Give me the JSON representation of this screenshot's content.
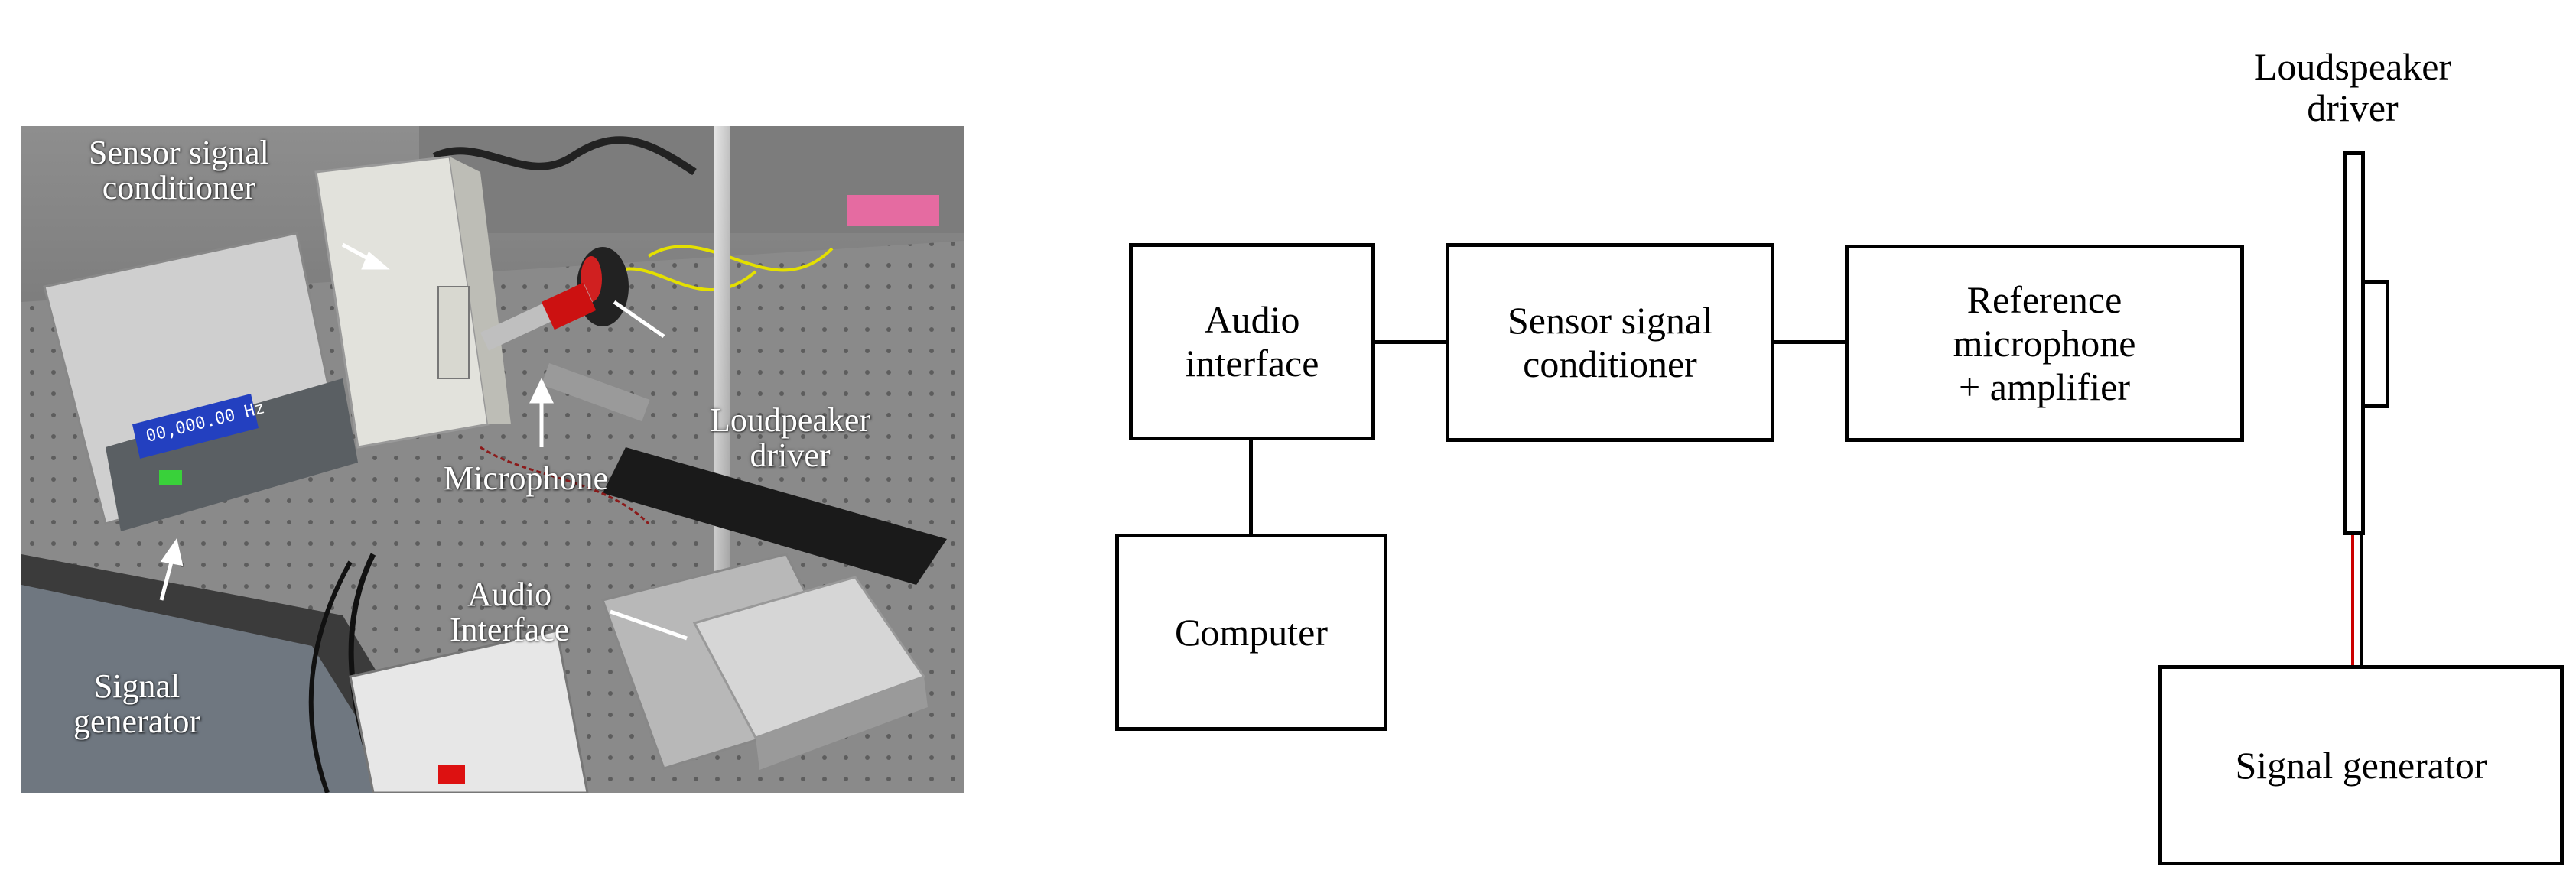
{
  "photo": {
    "labels": {
      "sensor_signal_conditioner": [
        "Sensor signal",
        "conditioner"
      ],
      "loudspeaker_driver": [
        "Loudpeaker",
        "driver"
      ],
      "microphone": "Microphone",
      "audio_interface": [
        "Audio",
        "Interface"
      ],
      "signal_generator": [
        "Signal",
        "generator"
      ]
    },
    "generator_display": "00,000.00 Hz"
  },
  "diagram": {
    "audio_interface": [
      "Audio",
      "interface"
    ],
    "sensor_signal_conditioner": [
      "Sensor signal",
      "conditioner"
    ],
    "reference_microphone": [
      "Reference",
      "microphone",
      "+ amplifier"
    ],
    "computer": "Computer",
    "loudspeaker_driver": [
      "Loudspeaker",
      "driver"
    ],
    "signal_generator": "Signal generator"
  },
  "colors": {
    "photo_label": "#ffffff",
    "diagram_line": "#000000",
    "signal_wire_red": "#cc0000"
  }
}
